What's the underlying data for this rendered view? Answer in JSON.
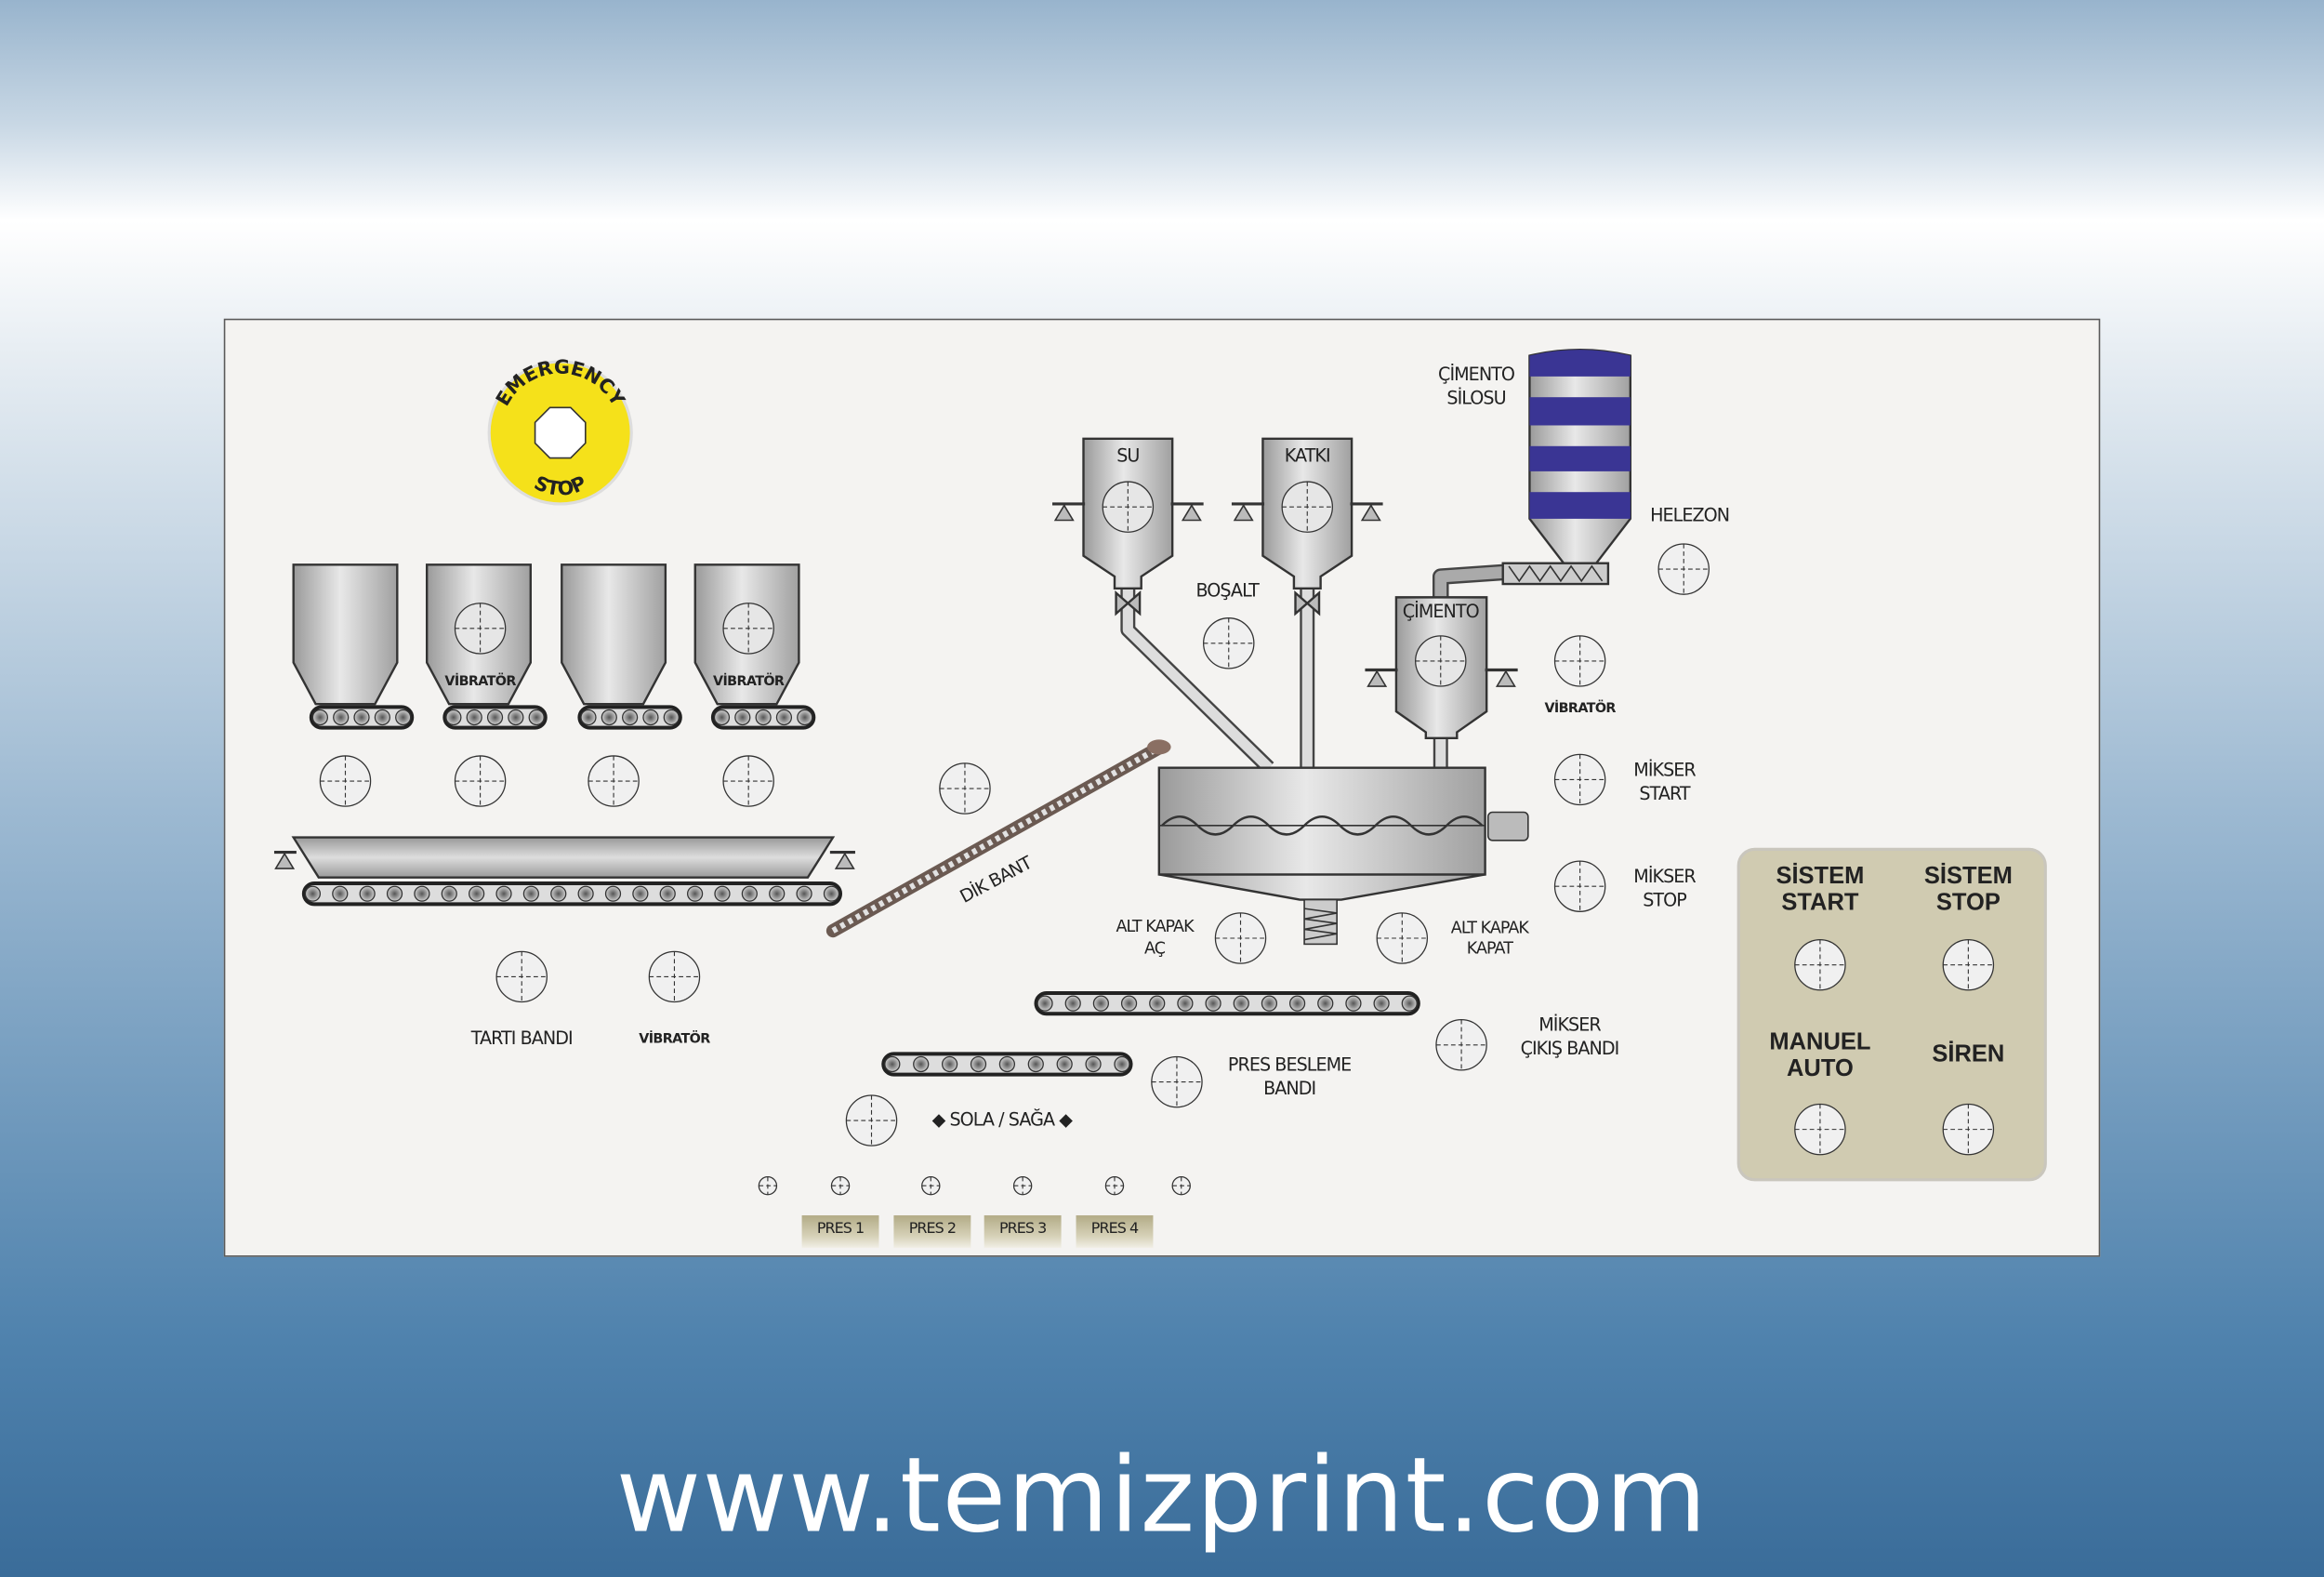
{
  "emergency": {
    "top": "EMERGENCY",
    "bottom": "STOP"
  },
  "hoppers": {
    "vibrator_label": "VİBRATÖR"
  },
  "tarti": {
    "label": "TARTI BANDI",
    "vibrator_label": "VİBRATÖR"
  },
  "dik_bant": {
    "label": "DİK BANT"
  },
  "tanks": {
    "su": "SU",
    "katki": "KATKI",
    "cimento": "ÇİMENTO",
    "silo_line1": "ÇİMENTO",
    "silo_line2": "SİLOSU"
  },
  "labels": {
    "bosalt": "BOŞALT",
    "helezon": "HELEZON",
    "cimento_vibrator": "VİBRATÖR",
    "mikser_start_1": "MİKSER",
    "mikser_start_2": "START",
    "mikser_stop_1": "MİKSER",
    "mikser_stop_2": "STOP",
    "alt_kapak_ac_1": "ALT KAPAK",
    "alt_kapak_ac_2": "AÇ",
    "alt_kapak_kapat_1": "ALT KAPAK",
    "alt_kapak_kapat_2": "KAPAT",
    "mikser_cikis_1": "MİKSER",
    "mikser_cikis_2": "ÇIKIŞ BANDI",
    "pres_besleme_1": "PRES BESLEME",
    "pres_besleme_2": "BANDI",
    "sola_saga": "◆ SOLA / SAĞA ◆"
  },
  "presses": [
    "PRES 1",
    "PRES 2",
    "PRES 3",
    "PRES 4"
  ],
  "control_panel": {
    "sistem_start": [
      "SİSTEM",
      "START"
    ],
    "sistem_stop": [
      "SİSTEM",
      "STOP"
    ],
    "manuel_auto": [
      "MANUEL",
      "AUTO"
    ],
    "siren": "SİREN"
  },
  "footer": "www.temizprint.com",
  "colors": {
    "silo_band": "#3a3594",
    "estop": "#f5e11a",
    "control_panel": "#d0cbb1"
  }
}
